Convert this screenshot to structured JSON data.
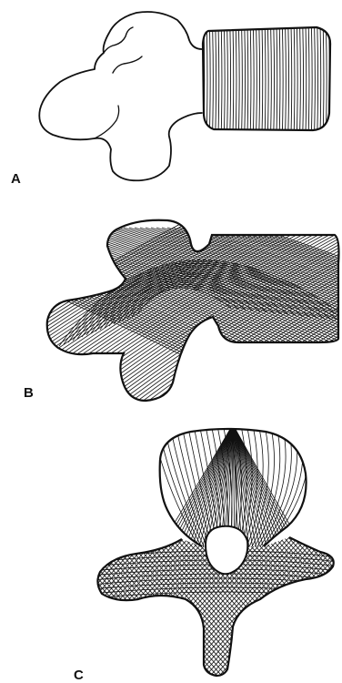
{
  "panels": [
    {
      "label": "A"
    },
    {
      "label": "B"
    },
    {
      "label": "C"
    }
  ],
  "colors": {
    "ink": "#111111",
    "background": "#ffffff"
  }
}
